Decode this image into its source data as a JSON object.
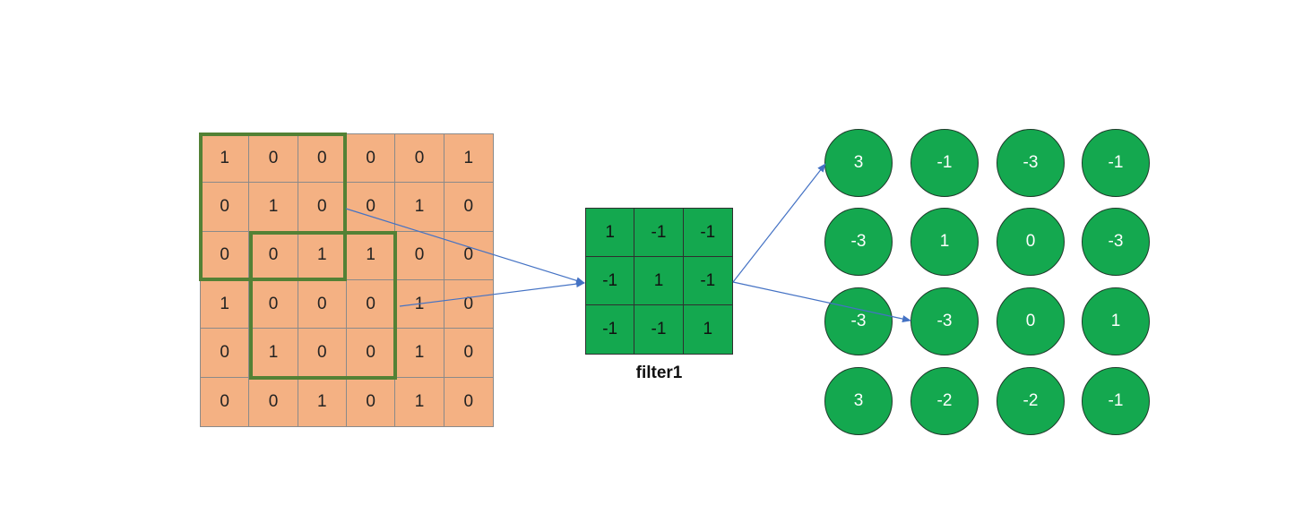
{
  "input_matrix": [
    [
      "1",
      "0",
      "0",
      "0",
      "0",
      "1"
    ],
    [
      "0",
      "1",
      "0",
      "0",
      "1",
      "0"
    ],
    [
      "0",
      "0",
      "1",
      "1",
      "0",
      "0"
    ],
    [
      "1",
      "0",
      "0",
      "0",
      "1",
      "0"
    ],
    [
      "0",
      "1",
      "0",
      "0",
      "1",
      "0"
    ],
    [
      "0",
      "0",
      "1",
      "0",
      "1",
      "0"
    ]
  ],
  "filter": {
    "label": "filter1",
    "values": [
      [
        "1",
        "-1",
        "-1"
      ],
      [
        "-1",
        "1",
        "-1"
      ],
      [
        "-1",
        "-1",
        "1"
      ]
    ]
  },
  "output_map": [
    [
      "3",
      "-1",
      "-3",
      "-1"
    ],
    [
      "-3",
      "1",
      "0",
      "-3"
    ],
    [
      "-3",
      "-3",
      "0",
      "1"
    ],
    [
      "3",
      "-2",
      "-2",
      "-1"
    ]
  ],
  "colors": {
    "input_fill": "#f4b183",
    "window_border": "#538135",
    "filter_fill": "#14a84f",
    "output_fill": "#14a84f",
    "arrow": "#4472c4"
  }
}
